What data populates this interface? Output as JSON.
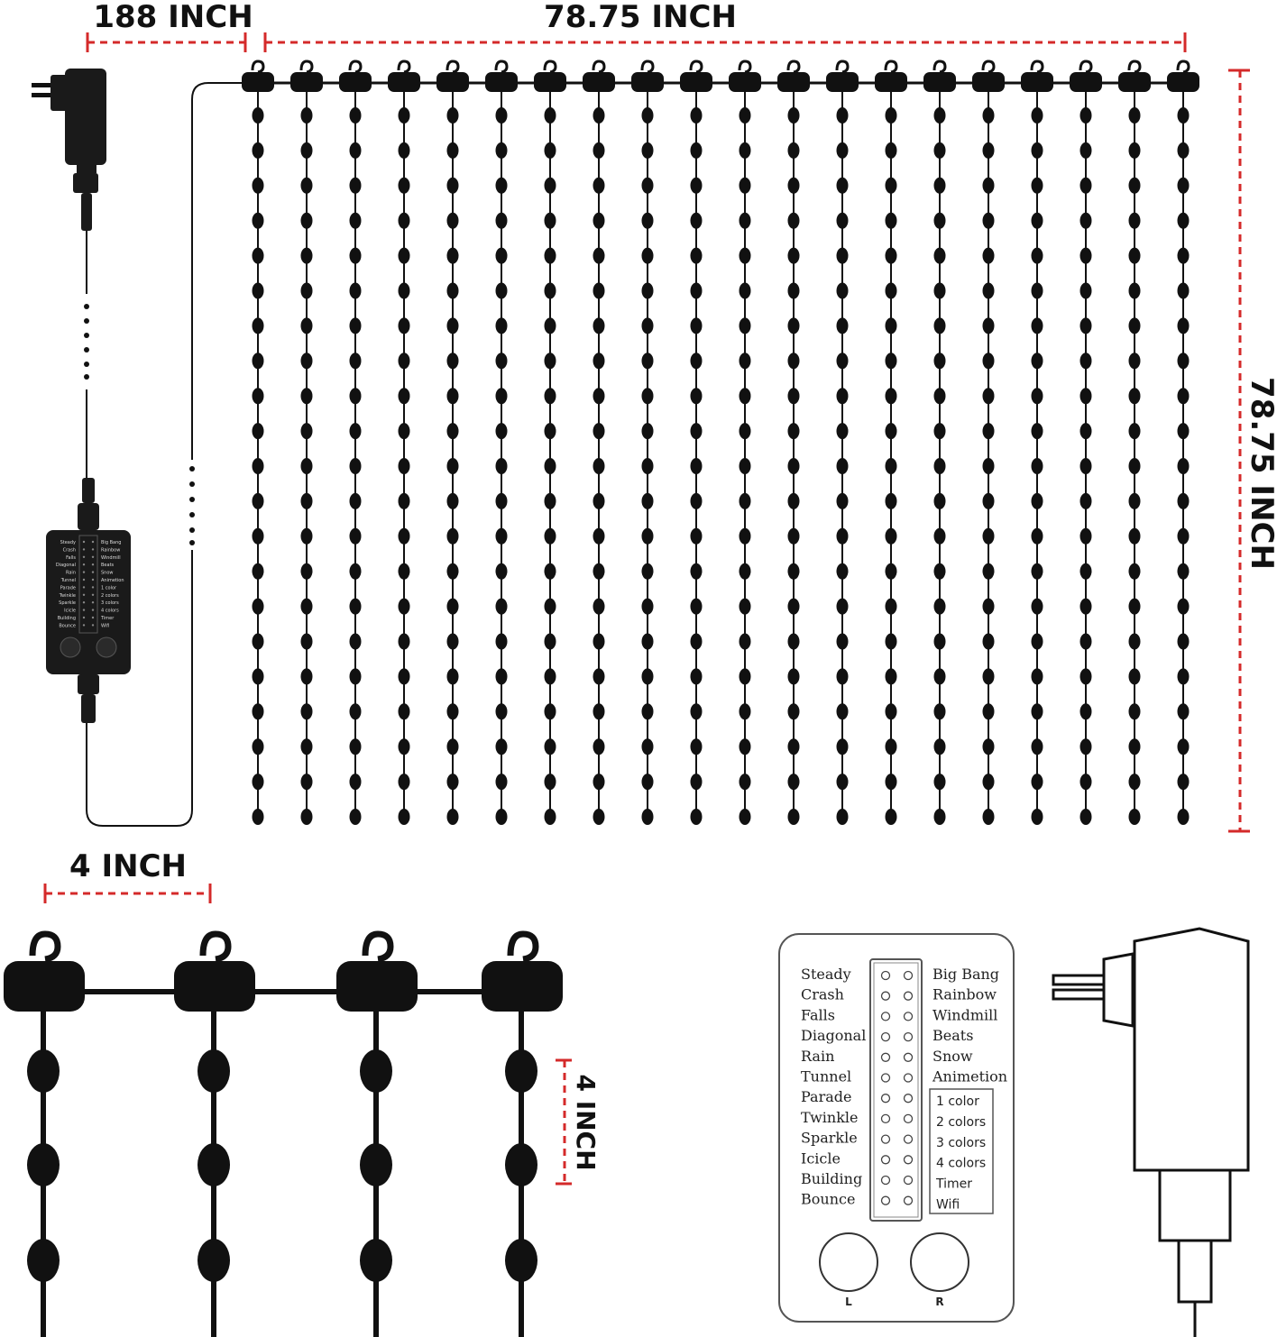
{
  "dimensions": {
    "cord_length": "188 INCH",
    "curtain_width": "78.75 INCH",
    "curtain_height": "78.75 INCH",
    "strand_spacing": "4 INCH",
    "bulb_spacing": "4 INCH"
  },
  "controller": {
    "modes_left": [
      "Steady",
      "Crash",
      "Falls",
      "Diagonal",
      "Rain",
      "Tunnel",
      "Parade",
      "Twinkle",
      "Sparkle",
      "Icicle",
      "Building",
      "Bounce"
    ],
    "modes_right": [
      "Big Bang",
      "Rainbow",
      "Windmill",
      "Beats",
      "Snow",
      "Animetion"
    ],
    "options": [
      "1 color",
      "2 colors",
      "3 colors",
      "4 colors",
      "Timer",
      "Wifi"
    ],
    "knob_left": "L",
    "knob_right": "R"
  },
  "colors": {
    "dimension_line": "#d42a2a",
    "ink": "#111111"
  },
  "icons": [
    "power-adapter-icon",
    "controller-icon",
    "hook-icon",
    "bulb-icon"
  ]
}
